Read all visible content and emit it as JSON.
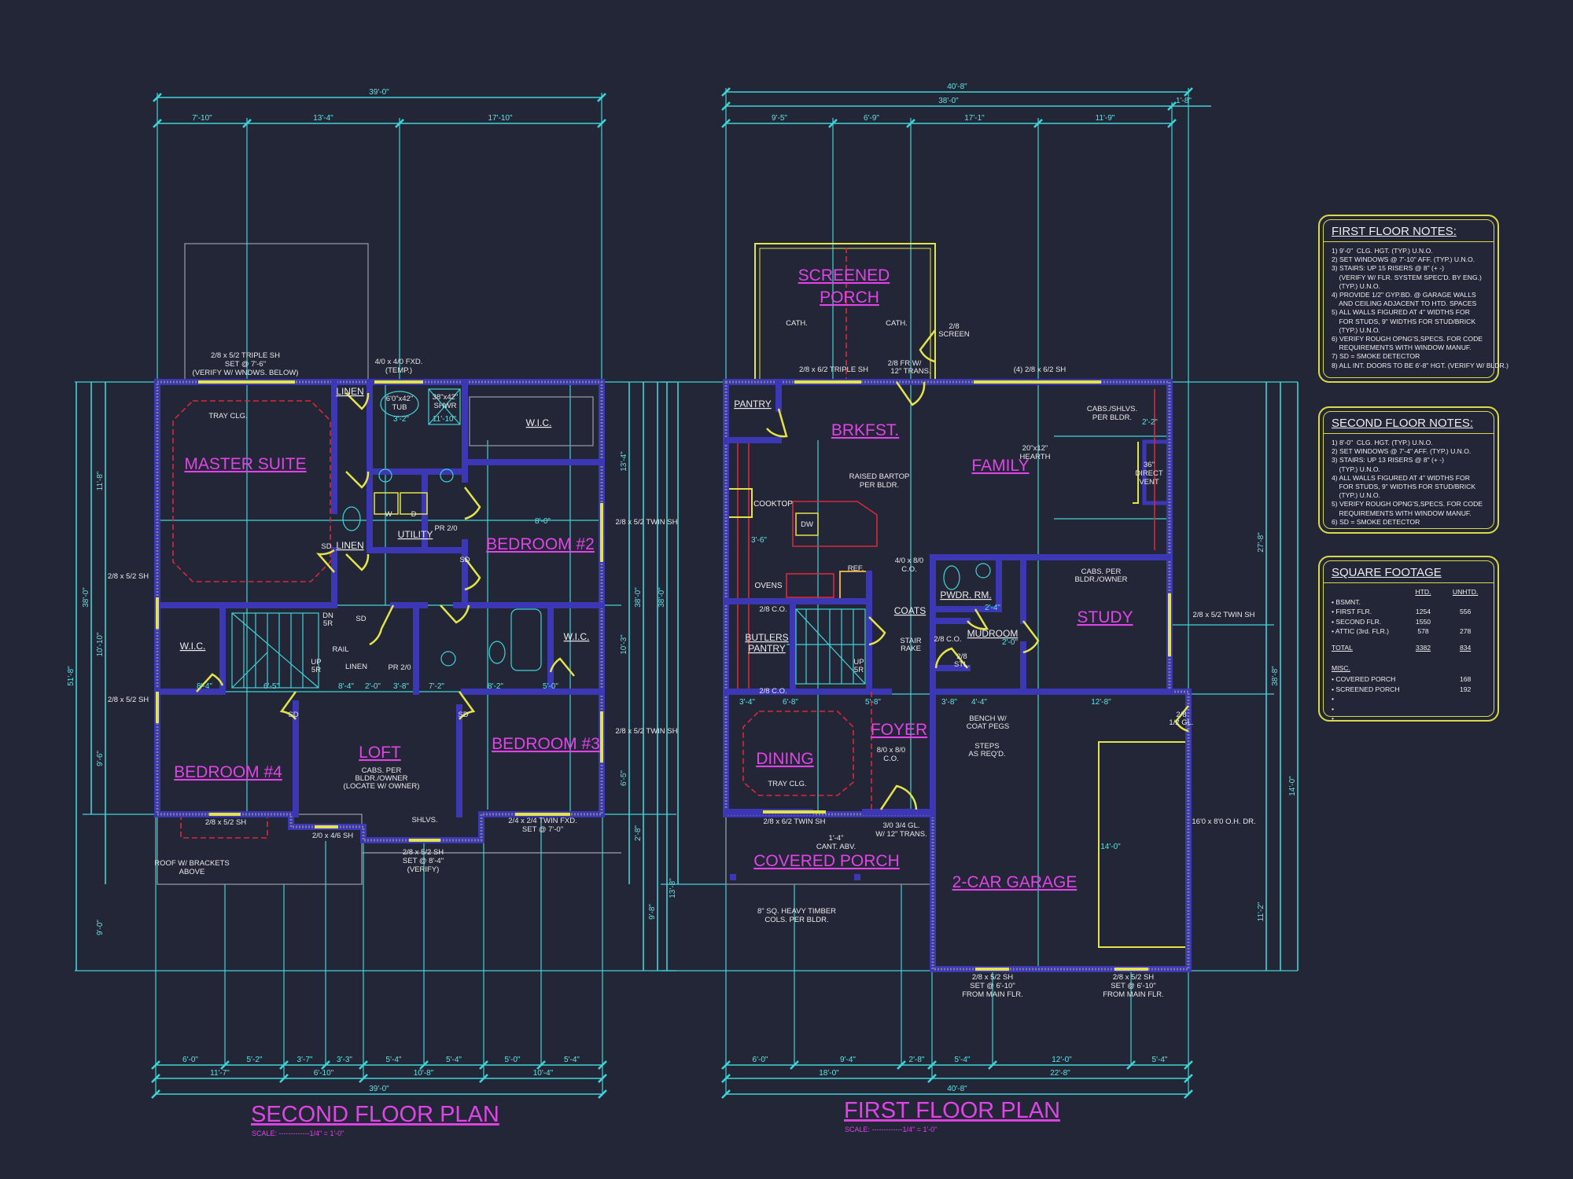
{
  "colors": {
    "background": "#232637",
    "dimension": "#3fd3d6",
    "wall": "#3b37b5",
    "room_label": "#e044e6",
    "window_door": "#e3e34a",
    "tray_ceiling": "#d8283a",
    "notes_border": "#d9d94a"
  },
  "second_floor": {
    "title": "SECOND FLOOR PLAN",
    "scale": "SCALE: -------------1/4\" = 1'-0\"",
    "rooms": [
      "MASTER SUITE",
      "BEDROOM #2",
      "BEDROOM #3",
      "BEDROOM #4",
      "LOFT"
    ],
    "labels": [
      "LINEN",
      "LINEN",
      "W.I.C.",
      "W.I.C.",
      "W.I.C.",
      "UTILITY"
    ],
    "annotations": [
      "2/8 x 5/2 TRIPLE SH",
      "SET @ 7'-6\"",
      "(VERIFY W/ WNDWS. BELOW)",
      "4/0 x 4/0 FXD.",
      "(TEMP.)",
      "TRAY CLG.",
      "6'0\"x42\"",
      "TUB",
      "38\"x42\"",
      "SHWR",
      "2/8 x 5/2 TWIN SH",
      "2/8 x 5/2 SH",
      "2/8 x 5/2 SH",
      "2/8 x 5/2 TWIN SH",
      "2/8 x 5/2 SH",
      "2/0 x 4/6 SH",
      "SHLVS.",
      "2/4 x 2/4 TWIN FXD.",
      "SET @ 7'-0\"",
      "2/8 x 5/2 SH",
      "SET @ 8'-4\"",
      "(VERIFY)",
      "ROOF W/ BRACKETS",
      "ABOVE",
      "CABS. PER",
      "BLDR./OWNER",
      "(LOCATE W/ OWNER)",
      "DN",
      "5R",
      "UP",
      "5R",
      "RAIL",
      "LINEN",
      "W",
      "D",
      "PR 2/0",
      "PR 2/0",
      "SD",
      "SD",
      "SD",
      "SD",
      "SD"
    ],
    "dims": {
      "top_overall": "39'-0\"",
      "top": [
        "7'-10\"",
        "13'-4\"",
        "17'-10\""
      ],
      "bottom_row1": [
        "6'-0\"",
        "5'-2\"",
        "3'-7\"",
        "3'-3\"",
        "5'-4\"",
        "5'-4\"",
        "5'-0\"",
        "5'-4\""
      ],
      "bottom_row2": [
        "11'-7\"",
        "6'-10\"",
        "10'-8\"",
        "10'-4\""
      ],
      "bottom_overall": "39'-0\"",
      "left": [
        "51'-8\"",
        "38'-0\"",
        "11'-8\"",
        "10'-10\"",
        "9'-6\"",
        "9'-0\""
      ],
      "right": [
        "13'-4\"",
        "38'-0\"",
        "10'-3\"",
        "6'-5\"",
        "2'-8\"",
        "9'-8\""
      ],
      "interior": [
        "8'-4\"",
        "6'-5\"",
        "8'-4\"",
        "2'-0\"",
        "3'-8\"",
        "7'-2\"",
        "8'-2\"",
        "5'-0\"",
        "3'-2\"",
        "11'-10\"",
        "8'-0\""
      ]
    }
  },
  "first_floor": {
    "title": "FIRST FLOOR PLAN",
    "scale": "SCALE: -------------1/4\" = 1'-0\"",
    "rooms": [
      "SCREENED",
      "PORCH",
      "BRKFST.",
      "FAMILY",
      "STUDY",
      "DINING",
      "FOYER",
      "COVERED PORCH",
      "2-CAR GARAGE"
    ],
    "labels": [
      "PANTRY",
      "COOKTOP",
      "OVENS",
      "BUTLERS",
      "PANTRY",
      "PWDR. RM.",
      "MUDROOM",
      "COATS"
    ],
    "annotations": [
      "2/8 x 6/2 TRIPLE SH",
      "2/8 FR W/",
      "12\" TRANS.",
      "(4) 2/8 x 6/2 SH",
      "CATH.",
      "CATH.",
      "2/8",
      "SCREEN",
      "RAISED BARTOP",
      "PER BLDR.",
      "CABS./SHLVS.",
      "PER BLDR.",
      "20\"x12\"",
      "HEARTH",
      "36\"",
      "DIRECT",
      "VENT",
      "4/0 x 8/0",
      "C.O.",
      "CABS. PER",
      "BLDR./OWNER",
      "2/8 x 5/2 TWIN SH",
      "STAIR",
      "RAKE",
      "2/8 C.O.",
      "2/8 C.O.",
      "BENCH W/",
      "COAT PEGS",
      "STEPS",
      "AS REQ'D.",
      "8/0 x 8/0",
      "C.O.",
      "TRAY CLG.",
      "2/8 x 6/2 TWIN SH",
      "3/0 3/4 GL.",
      "W/ 12\" TRANS.",
      "1'-4\"",
      "CANT. ABV.",
      "8\" SQ. HEAVY TIMBER",
      "COLS. PER BLDR.",
      "2/8 x 5/2 SH",
      "SET @ 6'-10\"",
      "FROM MAIN FLR.",
      "2/8 x 5/2 SH",
      "SET @ 6'-10\"",
      "FROM MAIN FLR.",
      "16'0 x 8'0 O.H. DR.",
      "2/8",
      "1/2 GL.",
      "DW",
      "REF.",
      "UP",
      "5R",
      "2/8 C.O.",
      "2/8",
      "STL."
    ],
    "dims": {
      "top_overall": "40'-8\"",
      "top_main": "38'-0\"",
      "top_offset": "1'-8\"",
      "top": [
        "9'-5\"",
        "6'-9\"",
        "17'-1\"",
        "11'-9\""
      ],
      "bottom_row1": [
        "6'-0\"",
        "9'-4\"",
        "2'-8\"",
        "5'-4\"",
        "12'-0\"",
        "5'-4\""
      ],
      "bottom_row2": [
        "18'-0\"",
        "22'-8\""
      ],
      "bottom_overall": "40'-8\"",
      "left": [
        "38'-0\"",
        "13'-8\""
      ],
      "right": [
        "27'-8\"",
        "38'-8\"",
        "14'-0\"",
        "11'-2\""
      ],
      "interior": [
        "3'-4\"",
        "6'-8\"",
        "5'-8\"",
        "3'-8\"",
        "4'-4\"",
        "12'-8\"",
        "14'-0\"",
        "2'-4\"",
        "2'-0\"",
        "3'-6\"",
        "2'-2\""
      ]
    }
  },
  "first_floor_notes": {
    "title": "FIRST FLOOR NOTES:",
    "lines": [
      "1) 9'-0\"  CLG. HGT. (TYP.) U.N.O.",
      "2) SET WINDOWS @ 7'-10\" AFF. (TYP.) U.N.O.",
      "3) STAIRS: UP 15 RISERS @ 8\" (+ -)",
      "    (VERIFY W/ FLR. SYSTEM SPEC'D. BY ENG.)",
      "    (TYP.) U.N.O.",
      "4) PROVIDE 1/2\" GYP.BD. @ GARAGE WALLS",
      "    AND CEILING ADJACENT TO HTD. SPACES",
      "5) ALL WALLS FIGURED AT 4\" WIDTHS FOR",
      "    FOR STUDS, 9\" WIDTHS FOR STUD/BRICK",
      "    (TYP.) U.N.O.",
      "6) VERIFY ROUGH OPNG'S,SPECS. FOR CODE",
      "    REQUIREMENTS WITH WINDOW MANUF.",
      "7) SD = SMOKE DETECTOR",
      "8) ALL INT. DOORS TO BE 6'-8\" HGT. (VERIFY W/ BLDR.)"
    ]
  },
  "second_floor_notes": {
    "title": "SECOND FLOOR NOTES:",
    "lines": [
      "1) 8'-0\"  CLG. HGT. (TYP.) U.N.O.",
      "2) SET WINDOWS @ 7'-4\" AFF. (TYP.) U.N.O.",
      "3) STAIRS: UP 13 RISERS @ 8\" (+ -)",
      "    (TYP.) U.N.O.",
      "4) ALL WALLS FIGURED AT 4\" WIDTHS FOR",
      "    FOR STUDS, 9\" WIDTHS FOR STUD/BRICK",
      "    (TYP.) U.N.O.",
      "5) VERIFY ROUGH OPNG'S,SPECS. FOR CODE",
      "    REQUIREMENTS WITH WINDOW MANUF.",
      "6) SD = SMOKE DETECTOR"
    ]
  },
  "square_footage": {
    "title": "SQUARE FOOTAGE",
    "headers": [
      "",
      "HTD.",
      "UNHTD."
    ],
    "rows": [
      [
        "• BSMNT.",
        "",
        ""
      ],
      [
        "• FIRST FLR.",
        "1254",
        "556"
      ],
      [
        "• SECOND FLR.",
        "1550",
        ""
      ],
      [
        "• ATTIC (3rd. FLR.)",
        "578",
        "278"
      ]
    ],
    "total": [
      "TOTAL",
      "3382",
      "834"
    ],
    "misc_title": "MISC.",
    "misc_rows": [
      [
        "• COVERED PORCH",
        "",
        "168"
      ],
      [
        "• SCREENED PORCH",
        "",
        "192"
      ],
      [
        "•",
        "",
        ""
      ],
      [
        "•",
        "",
        ""
      ],
      [
        "•",
        "",
        ""
      ]
    ]
  }
}
